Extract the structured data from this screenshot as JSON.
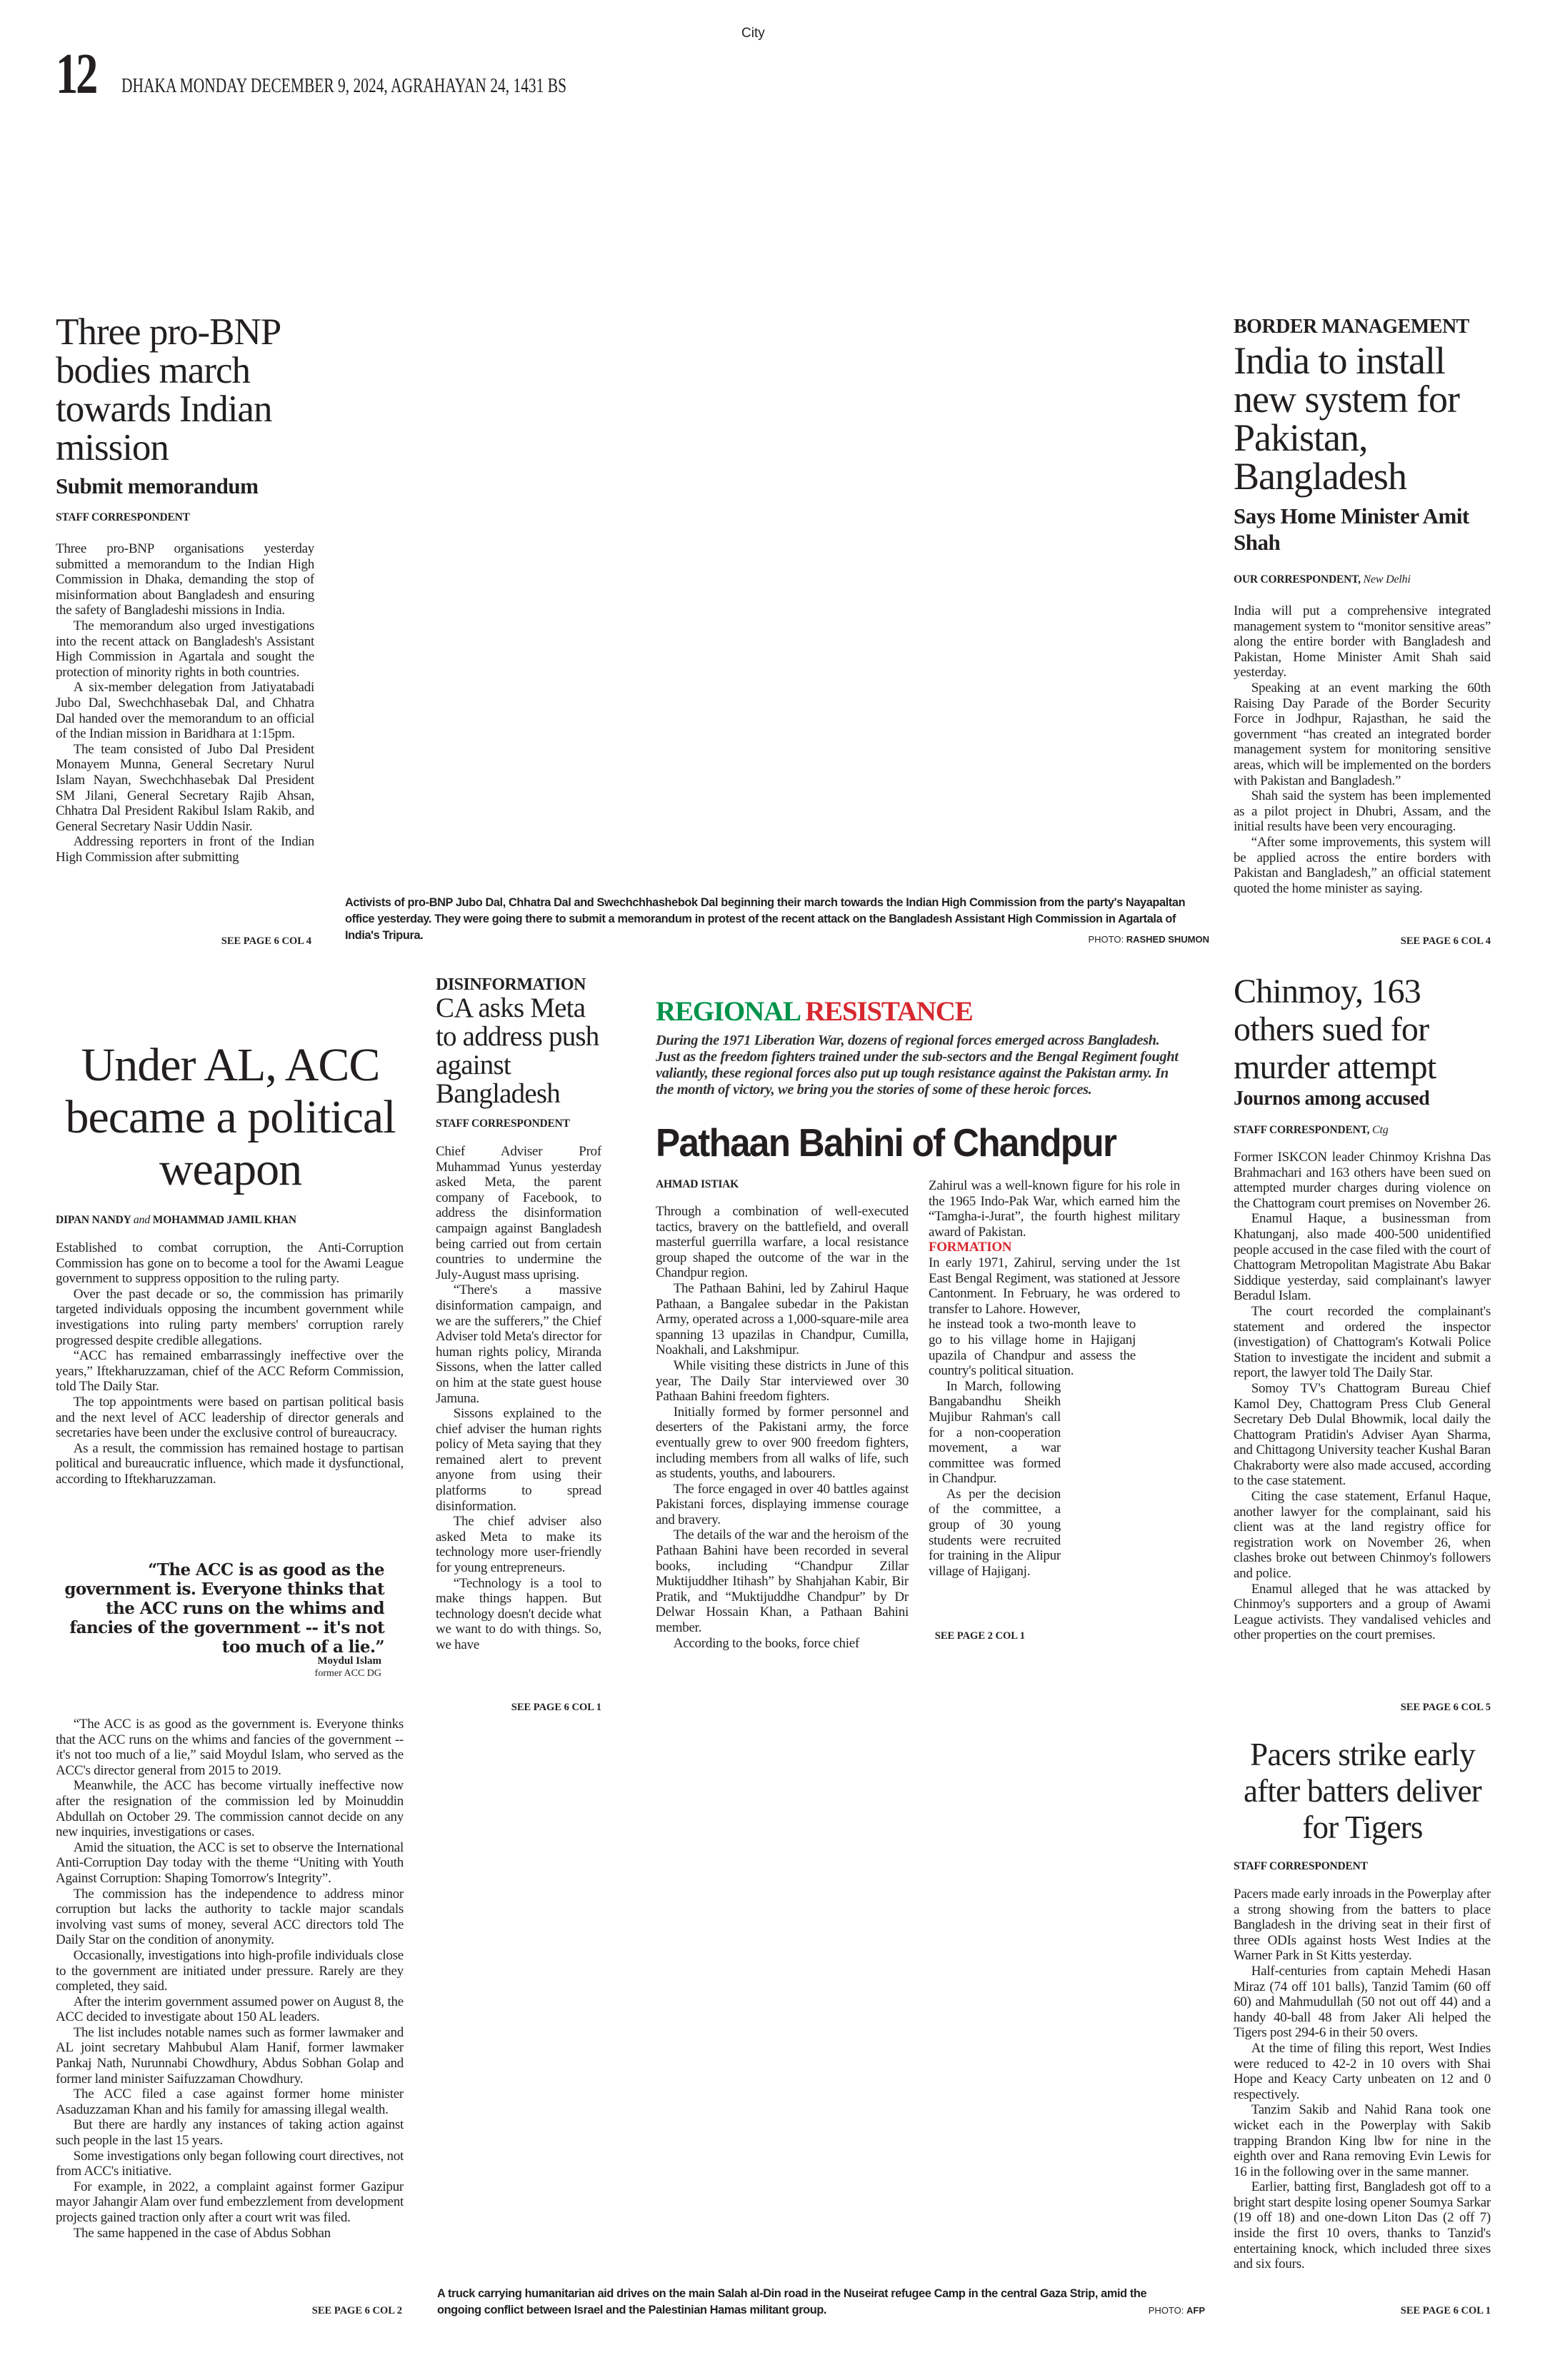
{
  "masthead": {
    "section": "City",
    "page_number": "12",
    "dateline": "DHAKA MONDAY DECEMBER 9, 2024, AGRAHAYAN 24, 1431 BS"
  },
  "colors": {
    "text": "#231f20",
    "green": "#00934a",
    "red": "#d7282f"
  },
  "bnp": {
    "headline": "Three pro-BNP bodies march towards Indian mission",
    "subhead": "Submit memorandum",
    "byline": "STAFF CORRESPONDENT",
    "paragraphs": [
      "Three pro-BNP organisations yesterday submitted a memorandum to the Indian High Commission in Dhaka, demanding the stop of misinformation about Bangladesh and ensuring the safety of Bangladeshi missions in India.",
      "The memorandum also urged investigations into the recent attack on Bangladesh's Assistant High Commission in Agartala and sought the protection of minority rights in both countries.",
      "A six-member delegation from Jatiyatabadi Jubo Dal, Swechchhasebak Dal, and Chhatra Dal handed over the memorandum to an official of the Indian mission in Baridhara at 1:15pm.",
      "The team consisted of Jubo Dal President Monayem Munna, General Secretary Nurul Islam Nayan, Swechchhasebak Dal President SM Jilani, General Secretary Rajib Ahsan, Chhatra Dal President Rakibul Islam Rakib, and General Secretary Nasir Uddin Nasir.",
      "Addressing reporters in front of the Indian High Commission after submitting"
    ],
    "jump": "SEE PAGE 6 COL 4"
  },
  "photo_top": {
    "caption": "Activists of pro-BNP Jubo Dal, Chhatra Dal and Swechchhashebok Dal beginning their march towards the Indian High Commission from the party's Nayapaltan office yesterday. They were going there to submit a memorandum in protest of the recent attack on the Bangladesh Assistant High Commission in Agartala of India's Tripura.",
    "credit_label": "PHOTO:",
    "credit_name": "RASHED SHUMON"
  },
  "border": {
    "kicker": "BORDER MANAGEMENT",
    "headline": "India to install new system for Pakistan, Bangladesh",
    "subhead": "Says Home Minister Amit Shah",
    "byline": "OUR CORRESPONDENT,",
    "byline_location": "New Delhi",
    "paragraphs": [
      "India will put a comprehensive integrated management system to “monitor sensitive areas” along the entire border with Bangladesh and Pakistan, Home Minister Amit Shah said yesterday.",
      "Speaking at an event marking the 60th Raising Day Parade of the Border Security Force in Jodhpur, Rajasthan, he said the government “has created an integrated border management system for monitoring sensitive areas, which will be implemented on the borders with Pakistan and Bangladesh.”",
      "Shah said the system has been implemented as a pilot project in Dhubri, Assam, and the initial results have been very encouraging.",
      "“After some improvements, this system will be applied across the entire borders with Pakistan and Bangladesh,” an official statement quoted the home minister as saying."
    ],
    "jump": "SEE PAGE 6 COL 4"
  },
  "acc": {
    "headline": "Under AL, ACC became a political weapon",
    "byline_a": "DIPAN NANDY",
    "byline_and": "and",
    "byline_b": "MOHAMMAD JAMIL KHAN",
    "paragraphs_top": [
      "Established to combat corruption, the Anti-Corruption Commission has gone on to become a tool for the Awami League government to suppress opposition to the ruling party.",
      "Over the past decade or so, the commission has primarily targeted individuals opposing the incumbent government while investigations into ruling party members' corruption rarely progressed despite credible allegations.",
      "“ACC has remained embarrassingly ineffective over the years,” Iftekharuzzaman, chief of the ACC Reform Commission, told The Daily Star.",
      "The top appointments were based on partisan political basis and the next level of ACC leadership of director generals and secretaries have been under the exclusive control of bureaucracy.",
      "As a result, the commission has remained hostage to partisan political and bureaucratic influence, which made it dysfunctional, according to Iftekharuzzaman."
    ],
    "pullquote": "“The ACC is as good as the government is. Everyone thinks that the ACC runs on the whims and fancies of the government -- it's not too much of a lie.”",
    "quote_name": "Moydul Islam",
    "quote_title": "former ACC DG",
    "paragraphs_bottom": [
      "“The ACC is as good as the government is. Everyone thinks that the ACC runs on the whims and fancies of the government -- it's not too much of a lie,” said Moydul Islam, who served as the ACC's director general from 2015 to 2019.",
      "Meanwhile, the ACC has become virtually ineffective now after the resignation of the commission led by Moinuddin Abdullah on October 29. The commission cannot decide on any new inquiries, investigations or cases.",
      "Amid the situation, the ACC is set to observe the International Anti-Corruption Day today with the theme “Uniting with Youth Against Corruption: Shaping Tomorrow's Integrity”.",
      "The commission has the independence to address minor corruption but lacks the authority to tackle major scandals involving vast sums of money, several ACC directors told The Daily Star on the condition of anonymity.",
      "Occasionally, investigations into high-profile individuals close to the government are initiated under pressure. Rarely are they completed, they said.",
      "After the interim government assumed power on August 8, the ACC decided to investigate about 150 AL leaders.",
      "The list includes notable names such as former lawmaker and AL joint secretary Mahbubul Alam Hanif, former lawmaker Pankaj Nath, Nurunnabi Chowdhury, Abdus Sobhan Golap and former land minister Saifuzzaman Chowdhury.",
      "The ACC filed a case against former home minister Asaduzzaman Khan and his family for amassing illegal wealth.",
      "But there are hardly any instances of taking action against such people in the last 15 years.",
      "Some investigations only began following court directives, not from ACC's initiative.",
      "For example, in 2022, a complaint against former Gazipur mayor Jahangir Alam over fund embezzlement from development projects gained traction only after a court writ was filed.",
      "The same happened in the case of Abdus Sobhan"
    ],
    "jump": "SEE PAGE 6 COL 2"
  },
  "meta": {
    "kicker": "DISINFORMATION",
    "headline": "CA asks Meta to address push against Bangladesh",
    "byline": "STAFF CORRESPONDENT",
    "paragraphs": [
      "Chief Adviser Prof Muhammad Yunus yesterday asked Meta, the parent company of Facebook, to address the disinformation campaign against Bangladesh being carried out from certain countries to undermine the July-August mass uprising.",
      "“There's a massive disinformation campaign, and we are the sufferers,” the Chief Adviser told Meta's director for human rights policy, Miranda Sissons, when the latter called on him at the state guest house Jamuna.",
      "Sissons explained to the chief adviser the human rights policy of Meta saying that they remained alert to prevent anyone from using their platforms to spread disinformation.",
      "The chief adviser also asked Meta to make its technology more user-friendly for young entrepreneurs.",
      "“Technology is a tool to make things happen. But technology doesn't decide what we want to do with things. So, we have"
    ],
    "jump": "SEE PAGE 6 COL 1"
  },
  "regional": {
    "label_green": "REGIONAL",
    "label_red": "RESISTANCE",
    "intro": "During the 1971 Liberation War, dozens of regional forces emerged across Bangladesh. Just as the freedom fighters trained under the sub-sectors and the Bengal Regiment fought valiantly, these regional forces also put up tough resistance against the Pakistan army. In the month of victory, we bring you the stories of some of these heroic forces.",
    "headline": "Pathaan Bahini of Chandpur",
    "byline": "AHMAD ISTIAK",
    "col1": [
      "Through a combination of well-executed tactics, bravery on the battlefield, and overall masterful guerrilla warfare, a local resistance group shaped the outcome of the war in the Chandpur region.",
      "The Pathaan Bahini, led by Zahirul Haque Pathaan, a Bangalee subedar in the Pakistan Army, operated across a 1,000-square-mile area spanning 13 upazilas in Chandpur, Cumilla, Noakhali, and Lakshmipur.",
      "While visiting these districts in June of this year, The Daily Star interviewed over 30 Pathaan Bahini freedom fighters.",
      "Initially formed by former personnel and deserters of the Pakistani army, the force eventually grew to over 900 freedom fighters, including members from all walks of life, such as students, youths, and labourers.",
      "The force engaged in over 40 battles against Pakistani forces, displaying immense courage and bravery.",
      "The details of the war and the heroism of the Pathaan Bahini have been recorded in several books, including “Chandpur Zillar Muktijuddher Itihash” by Shahjahan Kabir, Bir Pratik, and “Muktijuddhe Chandpur” by Dr Delwar Hossain Khan, a Pathaan Bahini member.",
      "According to the books, force chief"
    ],
    "col2_intro": "Zahirul was a well-known figure for his role in the 1965 Indo-Pak War, which earned him the “Tamgha-i-Jurat”, the fourth highest military award of Pakistan.",
    "subhead": "FORMATION",
    "col2_formation_wide": "In early 1971, Zahirul, serving under the 1st East Bengal Regiment, was stationed at Jessore Cantonment. In February, he was ordered to transfer to Lahore. However,",
    "col2_formation_narrow": "he instead took a two-month leave to go to his village home in Hajiganj upazila of Chandpur and assess the country's political situation.",
    "col2_narrow": [
      "In March, following Bangabandhu Sheikh Mujibur Rahman's call for a non-cooperation movement, a war committee was formed in Chandpur.",
      "As per the decision of the committee, a group of 30 young students were recruited for training in the Alipur village of Hajiganj."
    ],
    "jump": "SEE PAGE 2 COL 1"
  },
  "chinmoy": {
    "headline": "Chinmoy, 163 others sued for murder attempt",
    "subhead": "Journos among accused",
    "byline": "STAFF CORRESPONDENT,",
    "byline_location": "Ctg",
    "paragraphs": [
      "Former ISKCON leader Chinmoy Krishna Das Brahmachari and 163 others have been sued on attempted murder charges during violence on the Chattogram court premises on November 26.",
      "Enamul Haque, a businessman from Khatunganj, also made 400-500 unidentified people accused in the case filed with the court of Chattogram Metropolitan Magistrate Abu Bakar Siddique yesterday, said complainant's lawyer Beradul Islam.",
      "The court recorded the complainant's statement and ordered the inspector (investigation) of Chattogram's Kotwali Police Station to investigate the incident and submit a report, the lawyer told The Daily Star.",
      "Somoy TV's Chattogram Bureau Chief Kamol Dey, Chattogram Press Club General Secretary Deb Dulal Bhowmik, local daily the Chattogram Pratidin's Adviser Ayan Sharma, and Chittagong University teacher Kushal Baran Chakraborty were also made accused, according to the case statement.",
      "Citing the case statement, Erfanul Haque, another lawyer for the complainant, said his client was at the land registry office for registration work on November 26, when clashes broke out between Chinmoy's followers and police.",
      "Enamul alleged that he was attacked by Chinmoy's supporters and a group of Awami League activists. They vandalised vehicles and other properties on the court premises."
    ],
    "jump": "SEE PAGE 6 COL 5"
  },
  "pacers": {
    "headline": "Pacers strike early after batters deliver for Tigers",
    "byline": "STAFF CORRESPONDENT",
    "paragraphs": [
      "Pacers made early inroads in the Powerplay after a strong showing from the batters to place Bangladesh in the driving seat in their first of three ODIs against hosts West Indies at the Warner Park in St Kitts yesterday.",
      "Half-centuries from captain Mehedi Hasan Miraz (74 off 101 balls), Tanzid Tamim (60 off 60) and Mahmudullah (50 not out off 44) and a handy 40-ball 48 from Jaker Ali helped the Tigers post 294-6 in their 50 overs.",
      "At the time of filing this report, West Indies were reduced to 42-2 in 10 overs with Shai Hope and Keacy Carty unbeaten on 12 and 0 respectively.",
      "Tanzim Sakib and Nahid Rana took one wicket each in the Powerplay with Sakib trapping Brandon King lbw for nine in the eighth over and Rana removing Evin Lewis for 16 in the following over in the same manner.",
      "Earlier, batting first, Bangladesh got off to a bright start despite losing opener Soumya Sarkar (19 off 18) and one-down Liton Das (2 off 7) inside the first 10 overs, thanks to Tanzid's entertaining knock, which included three sixes and six fours."
    ],
    "jump": "SEE PAGE 6 COL 1"
  },
  "photo_bottom": {
    "caption": "A truck carrying humanitarian aid drives on the main Salah al-Din road in the Nuseirat refugee Camp in the central Gaza Strip, amid the ongoing conflict between Israel and the Palestinian Hamas militant group.",
    "credit_label": "PHOTO:",
    "credit_name": "AFP"
  }
}
